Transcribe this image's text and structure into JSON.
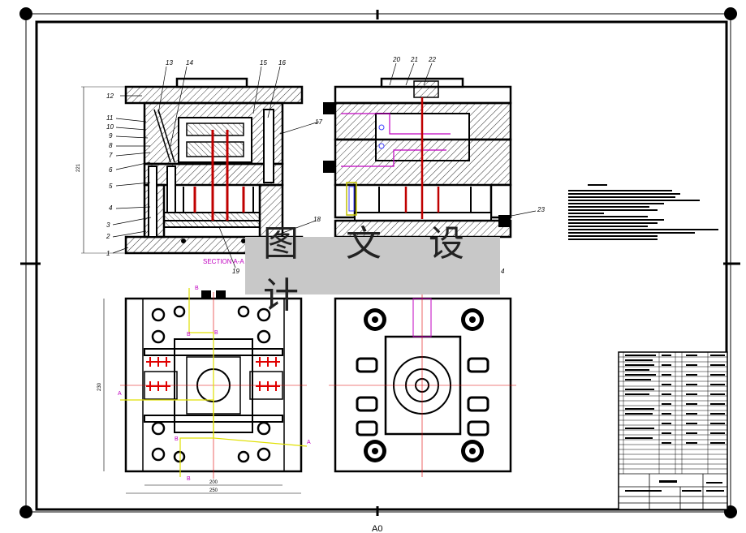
{
  "sheet": {
    "watermark_text": "图 文 设 计",
    "sheet_size": "A0",
    "section_label": "SECTION A-A",
    "section_right_fragment": "4"
  },
  "part_numbers_left": [
    "12",
    "11",
    "10",
    "9",
    "8",
    "7",
    "6",
    "5",
    "4",
    "3",
    "2",
    "1"
  ],
  "part_numbers_top_left": [
    "13",
    "14",
    "15",
    "16"
  ],
  "part_numbers_misc": {
    "p17": "17",
    "p18": "18",
    "p19": "19"
  },
  "part_numbers_top_right": [
    "20",
    "21",
    "22"
  ],
  "part_number_right": "23",
  "section_marks": {
    "a": "A",
    "b": "B"
  },
  "dimensions": {
    "left_height": "221",
    "plan_height": "230",
    "plan_width_inner": "200",
    "plan_width_outer": "250"
  },
  "colors": {
    "line": "#000000",
    "center": "#e00000",
    "section": "#c000c0",
    "yellow": "#e0e000",
    "blue": "#4040ff",
    "hatch": "#000000",
    "watermark": "#c8c8c8"
  }
}
